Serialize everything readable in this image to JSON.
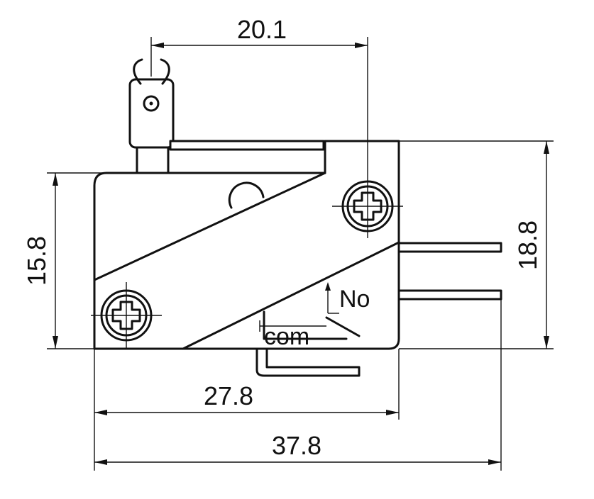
{
  "dimensions": {
    "top_width": "20.1",
    "left_height": "15.8",
    "right_height": "18.8",
    "body_width": "27.8",
    "overall_width": "37.8"
  },
  "terminal_labels": {
    "normally_open": "No",
    "common": "com"
  }
}
